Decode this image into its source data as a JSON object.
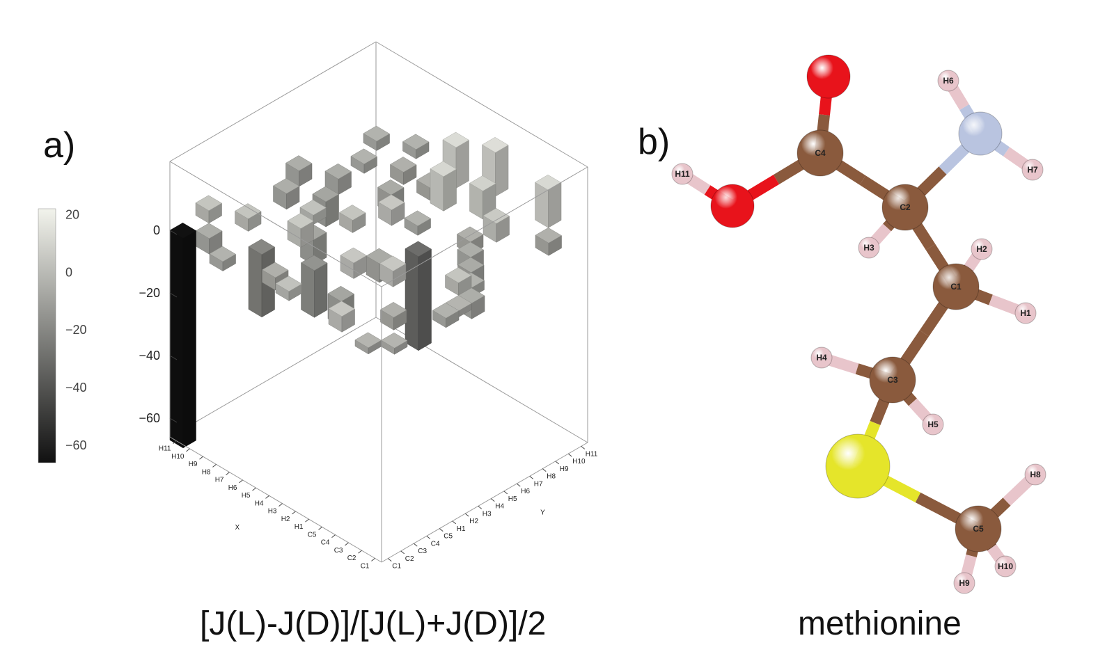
{
  "panel_a": {
    "label": "a)",
    "caption": "[J(L)-J(D)]/[J(L)+J(D)]/2"
  },
  "panel_b": {
    "label": "b)",
    "caption": "methionine"
  },
  "chart_data": {
    "type": "bar3d",
    "title": "",
    "z_ticks": [
      0,
      -20,
      -40,
      -60
    ],
    "zlim": [
      -66,
      22
    ],
    "colorbar": {
      "ticks": [
        20,
        0,
        -20,
        -40,
        -60
      ],
      "range": [
        -66,
        22
      ],
      "colors": [
        "#111111",
        "#f2f3ec"
      ]
    },
    "x_label": "X",
    "y_label": "Y",
    "categories": [
      "C1",
      "C2",
      "C3",
      "C4",
      "C5",
      "H1",
      "H2",
      "H3",
      "H4",
      "H5",
      "H6",
      "H7",
      "H8",
      "H9",
      "H10",
      "H11"
    ],
    "bars": [
      {
        "x": "C1",
        "y": "C2",
        "value": -2
      },
      {
        "x": "C1",
        "y": "H1",
        "value": -3
      },
      {
        "x": "C1",
        "y": "H2",
        "value": -2
      },
      {
        "x": "C1",
        "y": "H3",
        "value": -5
      },
      {
        "x": "C2",
        "y": "C1",
        "value": -2
      },
      {
        "x": "C2",
        "y": "H3",
        "value": 4
      },
      {
        "x": "C2",
        "y": "H4",
        "value": -3
      },
      {
        "x": "C2",
        "y": "H10",
        "value": -4
      },
      {
        "x": "C3",
        "y": "C4",
        "value": -4
      },
      {
        "x": "C3",
        "y": "H5",
        "value": -6
      },
      {
        "x": "C3",
        "y": "H11",
        "value": 12
      },
      {
        "x": "C4",
        "y": "C1",
        "value": 5
      },
      {
        "x": "C4",
        "y": "H6",
        "value": -5
      },
      {
        "x": "C4",
        "y": "H8",
        "value": 6
      },
      {
        "x": "C5",
        "y": "C2",
        "value": -3
      },
      {
        "x": "C5",
        "y": "H1",
        "value": 5
      },
      {
        "x": "C5",
        "y": "H7",
        "value": -4
      },
      {
        "x": "H1",
        "y": "C3",
        "value": -8
      },
      {
        "x": "H1",
        "y": "H4",
        "value": -30
      },
      {
        "x": "H1",
        "y": "H9",
        "value": 9
      },
      {
        "x": "H2",
        "y": "C5",
        "value": 5
      },
      {
        "x": "H2",
        "y": "H2",
        "value": -6
      },
      {
        "x": "H2",
        "y": "H11",
        "value": 14
      },
      {
        "x": "H3",
        "y": "C1",
        "value": 3
      },
      {
        "x": "H3",
        "y": "H6",
        "value": -3
      },
      {
        "x": "H3",
        "y": "H8",
        "value": 11
      },
      {
        "x": "H4",
        "y": "C4",
        "value": -15
      },
      {
        "x": "H4",
        "y": "H5",
        "value": 5
      },
      {
        "x": "H4",
        "y": "H10",
        "value": 13
      },
      {
        "x": "H5",
        "y": "C2",
        "value": -4
      },
      {
        "x": "H5",
        "y": "H3",
        "value": 4
      },
      {
        "x": "H5",
        "y": "H9",
        "value": -4
      },
      {
        "x": "H6",
        "y": "C5",
        "value": 6
      },
      {
        "x": "H6",
        "y": "H1",
        "value": -8
      },
      {
        "x": "H6",
        "y": "H7",
        "value": -6
      },
      {
        "x": "H7",
        "y": "C3",
        "value": -20
      },
      {
        "x": "H7",
        "y": "H2",
        "value": 3
      },
      {
        "x": "H7",
        "y": "H9",
        "value": -4
      },
      {
        "x": "H8",
        "y": "C1",
        "value": -3
      },
      {
        "x": "H8",
        "y": "H4",
        "value": -8
      },
      {
        "x": "H8",
        "y": "H11",
        "value": -3
      },
      {
        "x": "H9",
        "y": "C4",
        "value": 4
      },
      {
        "x": "H9",
        "y": "H6",
        "value": -5
      },
      {
        "x": "H9",
        "y": "H8",
        "value": -3
      },
      {
        "x": "H10",
        "y": "C2",
        "value": -5
      },
      {
        "x": "H10",
        "y": "H3",
        "value": -5
      },
      {
        "x": "H10",
        "y": "H10",
        "value": -3
      },
      {
        "x": "H11",
        "y": "C1",
        "value": -67
      },
      {
        "x": "H11",
        "y": "C3",
        "value": 4
      },
      {
        "x": "H11",
        "y": "H5",
        "value": -5
      }
    ]
  },
  "molecule": {
    "name": "methionine",
    "atoms": [
      {
        "id": "C4",
        "label": "C4",
        "element": "C"
      },
      {
        "id": "C2",
        "label": "C2",
        "element": "C"
      },
      {
        "id": "C1",
        "label": "C1",
        "element": "C"
      },
      {
        "id": "C3",
        "label": "C3",
        "element": "C"
      },
      {
        "id": "C5",
        "label": "C5",
        "element": "C"
      },
      {
        "id": "O1",
        "label": "",
        "element": "O"
      },
      {
        "id": "O2",
        "label": "",
        "element": "O"
      },
      {
        "id": "N",
        "label": "",
        "element": "N"
      },
      {
        "id": "S",
        "label": "",
        "element": "S"
      },
      {
        "id": "H1",
        "label": "H1",
        "element": "H"
      },
      {
        "id": "H2",
        "label": "H2",
        "element": "H"
      },
      {
        "id": "H3",
        "label": "H3",
        "element": "H"
      },
      {
        "id": "H4",
        "label": "H4",
        "element": "H"
      },
      {
        "id": "H5",
        "label": "H5",
        "element": "H"
      },
      {
        "id": "H6",
        "label": "H6",
        "element": "H"
      },
      {
        "id": "H7",
        "label": "H7",
        "element": "H"
      },
      {
        "id": "H8",
        "label": "H8",
        "element": "H"
      },
      {
        "id": "H9",
        "label": "H9",
        "element": "H"
      },
      {
        "id": "H10",
        "label": "H10",
        "element": "H"
      },
      {
        "id": "H11",
        "label": "H11",
        "element": "H"
      }
    ],
    "bonds": [
      [
        "C4",
        "O1"
      ],
      [
        "C4",
        "O2"
      ],
      [
        "O2",
        "H11"
      ],
      [
        "C4",
        "C2"
      ],
      [
        "C2",
        "N"
      ],
      [
        "N",
        "H6"
      ],
      [
        "N",
        "H7"
      ],
      [
        "C2",
        "H3"
      ],
      [
        "C2",
        "C1"
      ],
      [
        "C1",
        "H2"
      ],
      [
        "C1",
        "H1"
      ],
      [
        "C1",
        "C3"
      ],
      [
        "C3",
        "H4"
      ],
      [
        "C3",
        "H5"
      ],
      [
        "C3",
        "S"
      ],
      [
        "S",
        "C5"
      ],
      [
        "C5",
        "H8"
      ],
      [
        "C5",
        "H9"
      ],
      [
        "C5",
        "H10"
      ]
    ],
    "colors": {
      "C": "#8a5a3d",
      "O": "#e8131b",
      "N": "#b9c4e0",
      "S": "#e5e52a",
      "H": "#e8c5cb"
    }
  }
}
